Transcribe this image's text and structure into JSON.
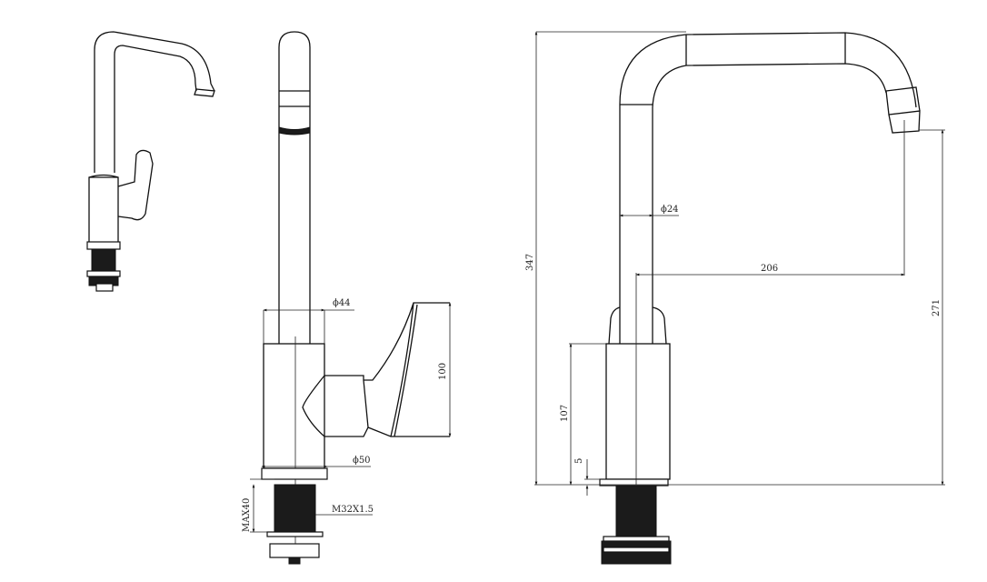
{
  "title": "Kitchen mixer tap technical drawing",
  "side_view": {
    "spout_diameter": "ϕ44",
    "base_diameter": "ϕ50",
    "handle_height": "100",
    "max_deck_thickness": "MAX40",
    "thread": "M32X1.5"
  },
  "front_view": {
    "total_height": "347",
    "tube_diameter": "ϕ24",
    "reach": "206",
    "outlet_height": "271",
    "body_height": "107",
    "base_thickness": "5"
  }
}
